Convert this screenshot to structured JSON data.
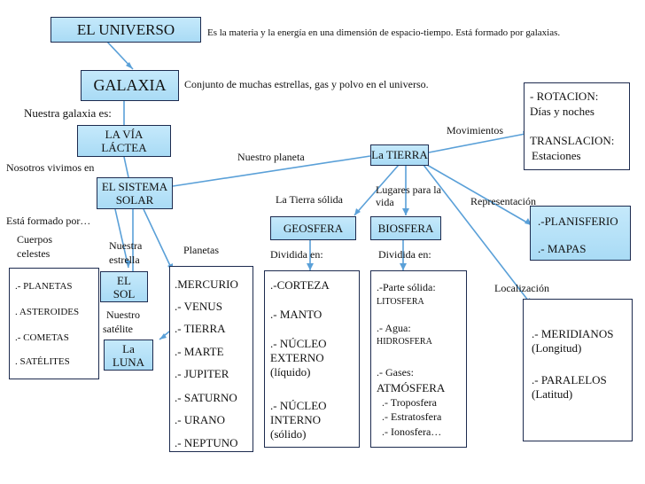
{
  "nodes": {
    "universo": {
      "label": "EL UNIVERSO"
    },
    "galaxia": {
      "label": "GALAXIA"
    },
    "lactea": {
      "line1": "LA  VÍA",
      "line2": "LÁCTEA"
    },
    "sistema": {
      "line1": "EL SISTEMA",
      "line2": "SOLAR"
    },
    "tierra": {
      "label": "La TIERRA"
    },
    "geosfera": {
      "label": "GEOSFERA"
    },
    "biosfera": {
      "label": "BIOSFERA"
    },
    "sol": {
      "line1": "EL",
      "line2": "SOL"
    },
    "luna": {
      "line1": "La",
      "line2": "LUNA"
    },
    "movimientos_box": {
      "l1": "- ROTACION:",
      "l2": "Días y noches",
      "l3": "TRANSLACION:",
      "l4": "Estaciones"
    },
    "planisferio": {
      "l1": ".-PLANISFERIO",
      "l2": ".- MAPAS"
    },
    "cuerpos": {
      "items": [
        ".- PLANETAS",
        ". ASTEROIDES",
        ".- COMETAS",
        ". SATÉLITES"
      ]
    },
    "planetas": {
      "items": [
        ".MERCURIO",
        ".- VENUS",
        ".- TIERRA",
        ".- MARTE",
        ".- JUPITER",
        ".- SATURNO",
        ".- URANO",
        ".- NEPTUNO"
      ]
    },
    "geo_capas": {
      "l1": ".-CORTEZA",
      "l2": ".- MANTO",
      "l3": ".- NÚCLEO",
      "l4": "EXTERNO",
      "l5": "(líquido)",
      "l6": ".- NÚCLEO",
      "l7": "INTERNO",
      "l8": "(sólido)"
    },
    "bio_partes": {
      "l1": ".-Parte sólida:",
      "l2": "LITOSFERA",
      "l3": ".- Agua:",
      "l4": "HIDROSFERA",
      "l5": ".- Gases:",
      "l6": "ATMÓSFERA",
      "l7": ".- Troposfera",
      "l8": ".- Estratosfera",
      "l9": ".- Ionosfera…"
    },
    "coordenadas": {
      "l1": ".- MERIDIANOS",
      "l2": "(Longitud)",
      "l3": ".- PARALELOS",
      "l4": "(Latitud)"
    }
  },
  "labels": {
    "universo_def": "Es la materia y la energía en una dimensión de espacio-tiempo. Está formado por galaxias.",
    "galaxia_def": "Conjunto de muchas estrellas, gas y polvo en el universo.",
    "nuestra_galaxia": "Nuestra  galaxia  es:",
    "nosotros": "Nosotros vivimos en",
    "nuestro_planeta": "Nuestro  planeta",
    "movimientos": "Movimientos",
    "formado_por": "Está formado por…",
    "cuerpos_l1": "Cuerpos",
    "cuerpos_l2": "celestes",
    "estrella_l1": "Nuestra",
    "estrella_l2": "estrella",
    "planetas": "Planetas",
    "satelite_l1": "Nuestro",
    "satelite_l2": "satélite",
    "tierra_solida": "La Tierra sólida",
    "lugares_l1": "Lugares para la",
    "lugares_l2": "vida",
    "representacion": "Representación",
    "dividida1": "Dividida en:",
    "dividida2": "Dividida en:",
    "localizacion": "Localización"
  },
  "colors": {
    "box_fill": "#b9e2f8",
    "border": "#1d2b4f",
    "edge": "#5aa0d8"
  }
}
